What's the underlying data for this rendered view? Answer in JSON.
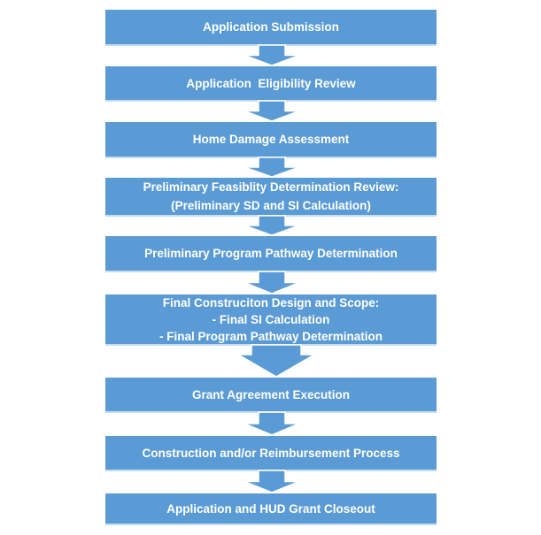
{
  "colors": {
    "box_fill": "#5b9bd5",
    "box_shadow": "#c6dcf0",
    "text": "#ffffff",
    "arrow_fill": "#5b9bd5",
    "arrow_outline": "#ffffff",
    "background": "#ffffff"
  },
  "icons": {
    "connector": "down-arrow-icon"
  },
  "flowchart": {
    "type": "vertical-process-flow",
    "steps": [
      {
        "lines": [
          "Application Submission"
        ]
      },
      {
        "lines": [
          "Application  Eligibility Review"
        ]
      },
      {
        "lines": [
          "Home Damage Assessment"
        ]
      },
      {
        "lines": [
          "Preliminary Feasiblity Determination Review:",
          "(Preliminary SD and SI Calculation)"
        ]
      },
      {
        "lines": [
          "Preliminary Program Pathway Determination"
        ]
      },
      {
        "lines": [
          "Final Construciton Design and Scope:",
          "- Final SI Calculation",
          "- Final Program Pathway Determination"
        ]
      },
      {
        "lines": [
          "Grant Agreement Execution"
        ]
      },
      {
        "lines": [
          "Construction and/or Reimbursement Process"
        ]
      },
      {
        "lines": [
          "Application and HUD Grant Closeout"
        ]
      }
    ]
  }
}
